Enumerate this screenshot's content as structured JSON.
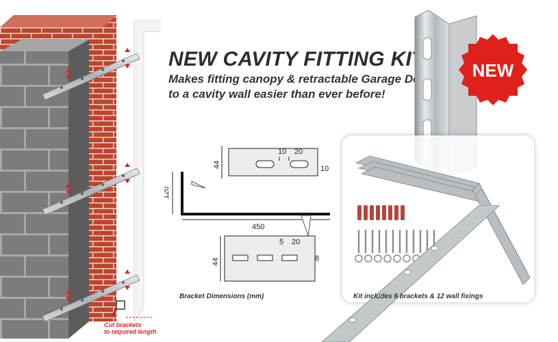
{
  "headline": "NEW CAVITY FITTING KIT",
  "subheadline_line1": "Makes fitting canopy & retractable Garage Doors",
  "subheadline_line2": "to a cavity wall easier than ever before!",
  "badge": "NEW",
  "dimensions": {
    "d10a": "10",
    "d20a": "20",
    "d10b": "10",
    "d44a": "44",
    "d120": "120",
    "d450": "450",
    "d5": "5",
    "d20b": "20",
    "d44b": "44",
    "d8": "8"
  },
  "caption_dimensions": "Bracket Dimensions (mm)",
  "caption_kit": "Kit includes 6 brackets & 12 wall fixings",
  "cut_line1": "Cut brackets",
  "cut_line2": "to required length",
  "colors": {
    "badge_red": "#e0201b",
    "brick": "#c2452d",
    "block": "#7d7d7d",
    "steel": "#b9bec2",
    "accent_red": "#dd2222"
  }
}
